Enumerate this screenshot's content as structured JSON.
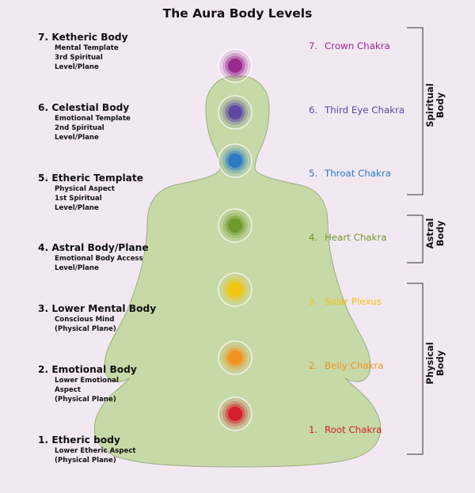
{
  "title": "The Aura Body Levels",
  "levels": [
    {
      "name": "7. Ketheric Body",
      "desc": "Mental Template\n3rd Spiritual\nLevel/Plane"
    },
    {
      "name": "6. Celestial Body",
      "desc": "Emotional Template\n2nd Spiritual\nLevel/Plane"
    },
    {
      "name": "5. Etheric Template",
      "desc": "Physical Aspect\n1st Spiritual\nLevel/Plane"
    },
    {
      "name": "4. Astral Body/Plane",
      "desc": "Emotional Body Access\nLevel/Plane"
    },
    {
      "name": "3. Lower Mental Body",
      "desc": "Conscious Mind\n(Physical Plane)"
    },
    {
      "name": "2. Emotional Body",
      "desc": "Lower Emotional\nAspect\n(Physical Plane)"
    },
    {
      "name": "1. Etheric body",
      "desc": "Lower Etheric Aspect\n(Physical Plane)"
    }
  ],
  "chakras": [
    {
      "num": "7.",
      "name": "Crown Chakra",
      "color": "#9b2a8e"
    },
    {
      "num": "6.",
      "name": "Third Eye Chakra",
      "color": "#5e48a0"
    },
    {
      "num": "5.",
      "name": "Throat Chakra",
      "color": "#2b7bc2"
    },
    {
      "num": "4.",
      "name": "Heart Chakra",
      "color": "#6f9a2c"
    },
    {
      "num": "3.",
      "name": "Solar Plexus",
      "color": "#f1c40f"
    },
    {
      "num": "2.",
      "name": "Belly Chakra",
      "color": "#f2921d"
    },
    {
      "num": "1.",
      "name": "Root Chakra",
      "color": "#d4202c"
    }
  ],
  "groups": [
    {
      "label": "Spiritual\nBody"
    },
    {
      "label": "Astral\nBody"
    },
    {
      "label": "Physical\nBody"
    }
  ],
  "colors": {
    "background": "#f2e8f2",
    "figure_fill": "#c7d9a7",
    "figure_stroke": "#9cae82",
    "bracket": "#333333"
  }
}
